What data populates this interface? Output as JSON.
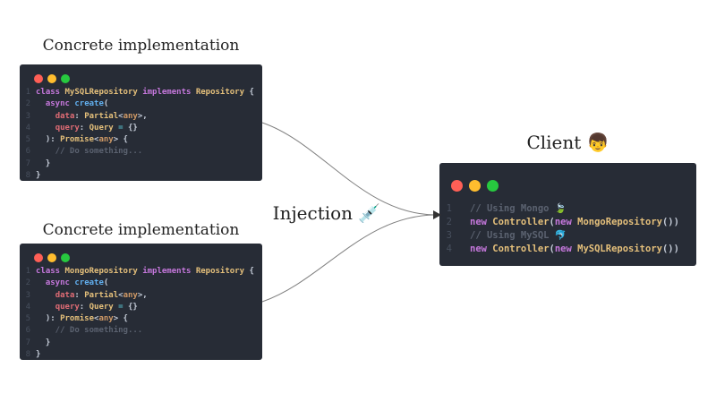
{
  "titles": {
    "impl_top": "Concrete implementation",
    "impl_bottom": "Concrete implementation",
    "client": "Client",
    "client_emoji": "👦",
    "injection": "Injection",
    "injection_emoji": "💉"
  },
  "colors": {
    "window_bg": "#272c36",
    "dot_red": "#ff5f56",
    "dot_yellow": "#ffbd2e",
    "dot_green": "#27c93f",
    "line_number": "#474f5d",
    "arrow": "#808080",
    "arrowhead": "#333333",
    "title_text": "#222222",
    "token": {
      "kw": "#c678dd",
      "fn": "#61afef",
      "type": "#e5c07b",
      "var": "#e06c75",
      "num": "#d19a66",
      "op": "#56b6c2",
      "pn": "#c3cad6",
      "cm": "#5b6270",
      "em": "#c3cad6"
    }
  },
  "panels": {
    "impl_top": {
      "lines": [
        {
          "n": "1",
          "tokens": [
            {
              "c": "kw",
              "t": "class "
            },
            {
              "c": "type",
              "t": "MySQLRepository "
            },
            {
              "c": "kw",
              "t": "implements "
            },
            {
              "c": "type",
              "t": "Repository "
            },
            {
              "c": "pn",
              "t": "{"
            }
          ]
        },
        {
          "n": "2",
          "tokens": [
            {
              "c": "pn",
              "t": "  "
            },
            {
              "c": "kw",
              "t": "async "
            },
            {
              "c": "fn",
              "t": "create"
            },
            {
              "c": "pn",
              "t": "("
            }
          ]
        },
        {
          "n": "3",
          "tokens": [
            {
              "c": "pn",
              "t": "    "
            },
            {
              "c": "var",
              "t": "data"
            },
            {
              "c": "pn",
              "t": ": "
            },
            {
              "c": "type",
              "t": "Partial"
            },
            {
              "c": "pn",
              "t": "<"
            },
            {
              "c": "num",
              "t": "any"
            },
            {
              "c": "pn",
              "t": ">,"
            }
          ]
        },
        {
          "n": "4",
          "tokens": [
            {
              "c": "pn",
              "t": "    "
            },
            {
              "c": "var",
              "t": "query"
            },
            {
              "c": "pn",
              "t": ": "
            },
            {
              "c": "type",
              "t": "Query "
            },
            {
              "c": "op",
              "t": "= "
            },
            {
              "c": "pn",
              "t": "{}"
            }
          ]
        },
        {
          "n": "5",
          "tokens": [
            {
              "c": "pn",
              "t": "  ): "
            },
            {
              "c": "type",
              "t": "Promise"
            },
            {
              "c": "pn",
              "t": "<"
            },
            {
              "c": "num",
              "t": "any"
            },
            {
              "c": "pn",
              "t": "> {"
            }
          ]
        },
        {
          "n": "6",
          "tokens": [
            {
              "c": "cm",
              "t": "    // Do something..."
            }
          ]
        },
        {
          "n": "7",
          "tokens": [
            {
              "c": "pn",
              "t": "  }"
            }
          ]
        },
        {
          "n": "8",
          "tokens": [
            {
              "c": "pn",
              "t": "}"
            }
          ]
        }
      ]
    },
    "impl_bottom": {
      "lines": [
        {
          "n": "1",
          "tokens": [
            {
              "c": "kw",
              "t": "class "
            },
            {
              "c": "type",
              "t": "MongoRepository "
            },
            {
              "c": "kw",
              "t": "implements "
            },
            {
              "c": "type",
              "t": "Repository "
            },
            {
              "c": "pn",
              "t": "{"
            }
          ]
        },
        {
          "n": "2",
          "tokens": [
            {
              "c": "pn",
              "t": "  "
            },
            {
              "c": "kw",
              "t": "async "
            },
            {
              "c": "fn",
              "t": "create"
            },
            {
              "c": "pn",
              "t": "("
            }
          ]
        },
        {
          "n": "3",
          "tokens": [
            {
              "c": "pn",
              "t": "    "
            },
            {
              "c": "var",
              "t": "data"
            },
            {
              "c": "pn",
              "t": ": "
            },
            {
              "c": "type",
              "t": "Partial"
            },
            {
              "c": "pn",
              "t": "<"
            },
            {
              "c": "num",
              "t": "any"
            },
            {
              "c": "pn",
              "t": ">,"
            }
          ]
        },
        {
          "n": "4",
          "tokens": [
            {
              "c": "pn",
              "t": "    "
            },
            {
              "c": "var",
              "t": "query"
            },
            {
              "c": "pn",
              "t": ": "
            },
            {
              "c": "type",
              "t": "Query "
            },
            {
              "c": "op",
              "t": "= "
            },
            {
              "c": "pn",
              "t": "{}"
            }
          ]
        },
        {
          "n": "5",
          "tokens": [
            {
              "c": "pn",
              "t": "  ): "
            },
            {
              "c": "type",
              "t": "Promise"
            },
            {
              "c": "pn",
              "t": "<"
            },
            {
              "c": "num",
              "t": "any"
            },
            {
              "c": "pn",
              "t": "> {"
            }
          ]
        },
        {
          "n": "6",
          "tokens": [
            {
              "c": "cm",
              "t": "    // Do something..."
            }
          ]
        },
        {
          "n": "7",
          "tokens": [
            {
              "c": "pn",
              "t": "  }"
            }
          ]
        },
        {
          "n": "8",
          "tokens": [
            {
              "c": "pn",
              "t": "}"
            }
          ]
        }
      ]
    },
    "client": {
      "lines": [
        {
          "n": "1",
          "tokens": [
            {
              "c": "cm",
              "t": "// Using Mongo "
            },
            {
              "c": "em",
              "t": "🍃"
            }
          ]
        },
        {
          "n": "2",
          "tokens": [
            {
              "c": "kw",
              "t": "new "
            },
            {
              "c": "type",
              "t": "Controller"
            },
            {
              "c": "pn",
              "t": "("
            },
            {
              "c": "kw",
              "t": "new "
            },
            {
              "c": "type",
              "t": "MongoRepository"
            },
            {
              "c": "pn",
              "t": "())"
            }
          ]
        },
        {
          "n": "3",
          "tokens": [
            {
              "c": "cm",
              "t": "// Using MySQL "
            },
            {
              "c": "em",
              "t": "🐬"
            }
          ]
        },
        {
          "n": "4",
          "tokens": [
            {
              "c": "kw",
              "t": "new "
            },
            {
              "c": "type",
              "t": "Controller"
            },
            {
              "c": "pn",
              "t": "("
            },
            {
              "c": "kw",
              "t": "new "
            },
            {
              "c": "type",
              "t": "MySQLRepository"
            },
            {
              "c": "pn",
              "t": "())"
            }
          ]
        }
      ]
    }
  }
}
